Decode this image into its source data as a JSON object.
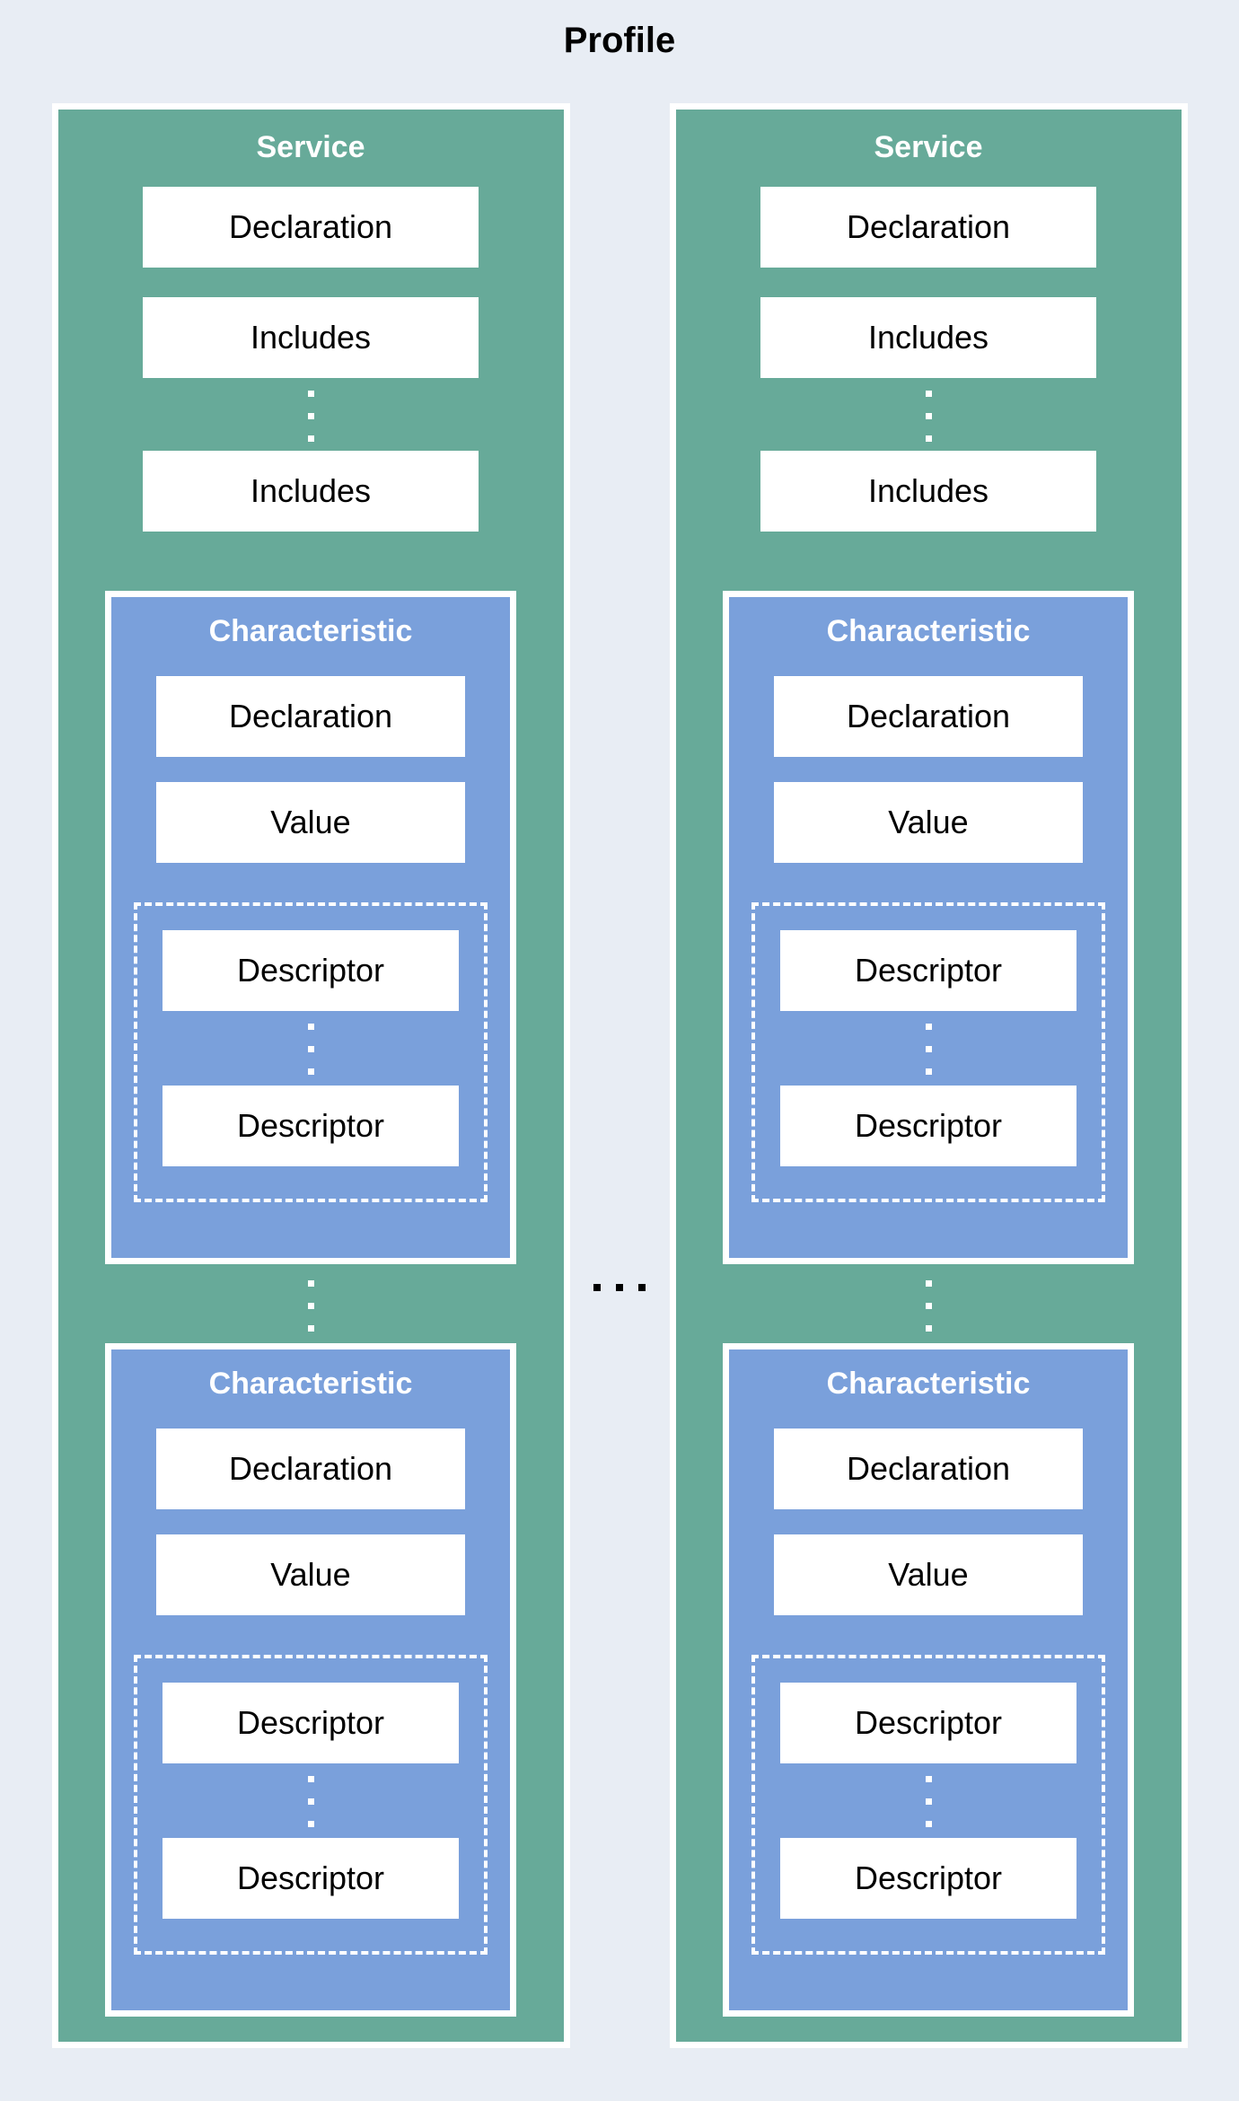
{
  "title": "Profile",
  "colors": {
    "background": "#e8edf4",
    "service_fill": "#67aa99",
    "characteristic_fill": "#7aa0db",
    "box_fill": "#ffffff",
    "border": "#ffffff",
    "title_text": "#000000",
    "header_text": "#ffffff",
    "label_text": "#000000"
  },
  "services": [
    {
      "title": "Service",
      "declaration": "Declaration",
      "includes_first": "Includes",
      "includes_last": "Includes",
      "characteristics": [
        {
          "title": "Characteristic",
          "declaration": "Declaration",
          "value": "Value",
          "descriptor_first": "Descriptor",
          "descriptor_last": "Descriptor"
        },
        {
          "title": "Characteristic",
          "declaration": "Declaration",
          "value": "Value",
          "descriptor_first": "Descriptor",
          "descriptor_last": "Descriptor"
        }
      ]
    },
    {
      "title": "Service",
      "declaration": "Declaration",
      "includes_first": "Includes",
      "includes_last": "Includes",
      "characteristics": [
        {
          "title": "Characteristic",
          "declaration": "Declaration",
          "value": "Value",
          "descriptor_first": "Descriptor",
          "descriptor_last": "Descriptor"
        },
        {
          "title": "Characteristic",
          "declaration": "Declaration",
          "value": "Value",
          "descriptor_first": "Descriptor",
          "descriptor_last": "Descriptor"
        }
      ]
    }
  ]
}
